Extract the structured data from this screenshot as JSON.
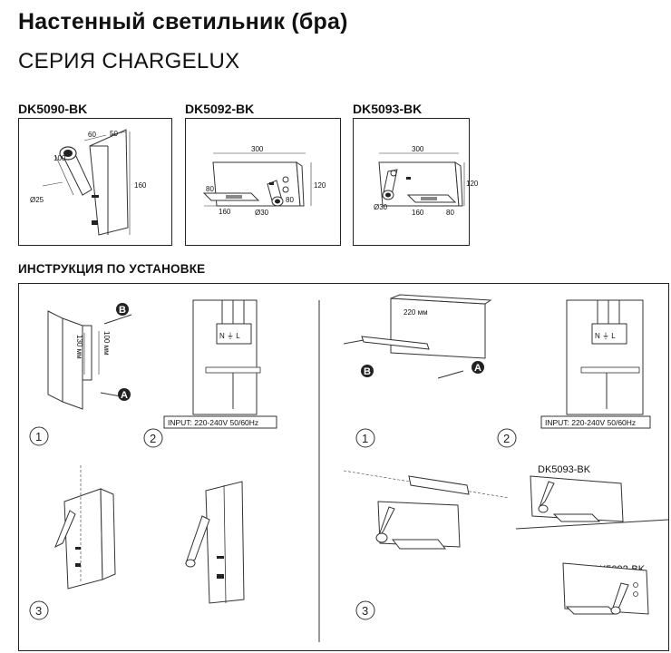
{
  "header": {
    "title": "Настенный светильник (бра)",
    "series": "СЕРИЯ CHARGELUX"
  },
  "models": [
    {
      "code": "DK5090-BK",
      "dims": {
        "d1": "60",
        "d2": "50",
        "len": "100",
        "dia": "Ø25",
        "height": "160"
      }
    },
    {
      "code": "DK5092-BK",
      "dims": {
        "width": "300",
        "shelf_h": "80",
        "height": "120",
        "shelf_w": "160",
        "dia": "Ø30",
        "depth": "80"
      }
    },
    {
      "code": "DK5093-BK",
      "dims": {
        "width": "300",
        "height": "120",
        "dia": "Ø30",
        "shelf_w": "160",
        "depth": "80"
      }
    }
  ],
  "instructions": {
    "title": "ИНСТРУКЦИЯ ПО УСТАНОВКЕ",
    "left": {
      "mark_b": "B",
      "mark_a": "A",
      "dim_130": "130 мм",
      "dim_100": "100 мм",
      "terminals": "N ⏚ L",
      "input": "INPUT: 220-240V 50/60Hz",
      "steps": [
        "1",
        "2",
        "3"
      ]
    },
    "right": {
      "dim_220": "220 мм",
      "mark_b": "B",
      "mark_a": "A",
      "terminals": "N ⏚ L",
      "input": "INPUT: 220-240V 50/60Hz",
      "steps": [
        "1",
        "2",
        "3"
      ],
      "label_5093": "DK5093-BK",
      "label_5092": "DK5092-BK"
    }
  }
}
